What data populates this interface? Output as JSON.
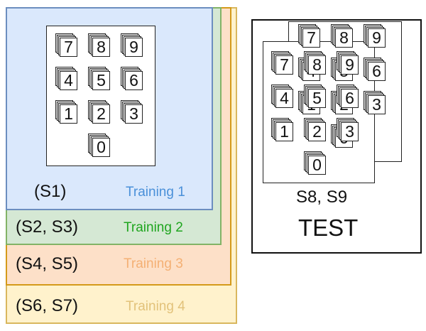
{
  "training_sets": [
    {
      "subjects": "(S1)",
      "label": "Training 1",
      "color": "#4a90d9"
    },
    {
      "subjects": "(S2, S3)",
      "label": "Training 2",
      "color": "#1fa51f"
    },
    {
      "subjects": "(S4, S5)",
      "label": "Training 3",
      "color": "#f4b074"
    },
    {
      "subjects": "(S6, S7)",
      "label": "Training 4",
      "color": "#e2c27a"
    }
  ],
  "digit_grid": [
    [
      "7",
      "8",
      "9"
    ],
    [
      "4",
      "5",
      "6"
    ],
    [
      "1",
      "2",
      "3"
    ],
    [
      "0"
    ]
  ],
  "test": {
    "subjects": "S8, S9",
    "label": "TEST"
  }
}
